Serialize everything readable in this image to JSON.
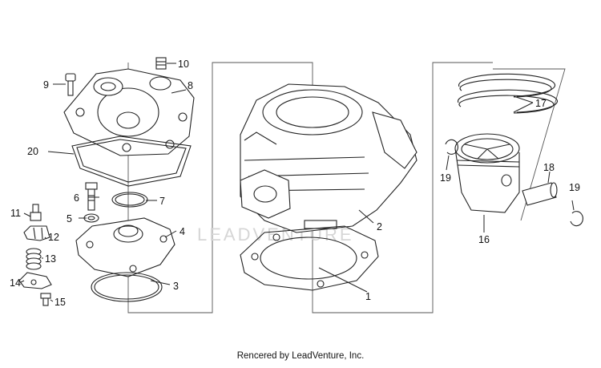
{
  "watermark": "LEADVENTURE",
  "footer": {
    "credit": "Rencered by LeadVenture, Inc."
  },
  "callouts": {
    "c1": "1",
    "c2": "2",
    "c3": "3",
    "c4": "4",
    "c5": "5",
    "c6": "6",
    "c7": "7",
    "c8": "8",
    "c9": "9",
    "c10": "10",
    "c11": "11",
    "c12": "12",
    "c13": "13",
    "c14": "14",
    "c15": "15",
    "c16": "16",
    "c17": "17",
    "c18": "18",
    "c19a": "19",
    "c19b": "19",
    "c20": "20"
  }
}
